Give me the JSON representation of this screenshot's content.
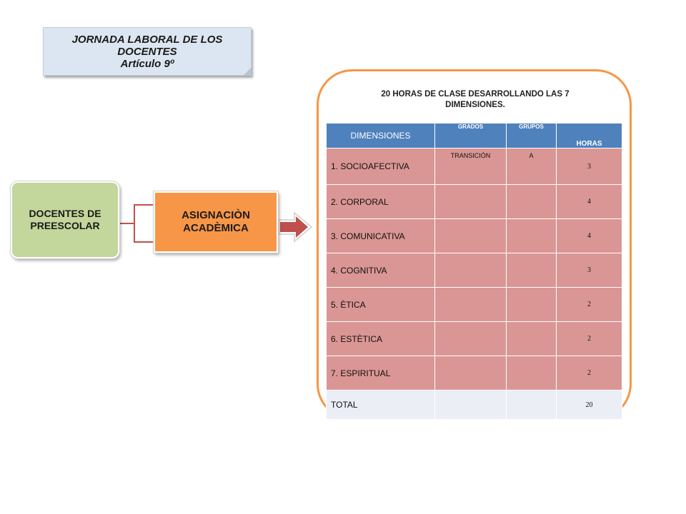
{
  "title_card": {
    "line1": "JORNADA LABORAL DE LOS",
    "line2": "DOCENTES",
    "line3": "Artículo  9º"
  },
  "left_box": {
    "text": "DOCENTES DE PREESCOLAR"
  },
  "middle_box": {
    "line1": "ASIGNACIÒN",
    "line2": "ACADÈMICA"
  },
  "heading": {
    "line1": "20 HORAS DE CLASE DESARROLLANDO  LAS 7",
    "line2": "DIMENSIONES."
  },
  "colors": {
    "header": "#4f81bd",
    "rows": "#da9694",
    "total_row": "#ebeef5",
    "frame": "#f79646",
    "left_box": "#c3d69b",
    "middle_box": "#f79646",
    "arrow": "#c0504d",
    "title_card": "#dce6f2"
  },
  "table": {
    "headers": {
      "dimensiones": "DIMENSIONES",
      "grados": "GRADOS",
      "grupos": "GRUPOS",
      "horas": "HORAS"
    },
    "rows": [
      {
        "name": "1. SOCIOAFECTIVA",
        "grado": "TRANSICIÒN",
        "grupo": "A",
        "horas": "3"
      },
      {
        "name": "2. CORPORAL",
        "grado": "",
        "grupo": "",
        "horas": "4"
      },
      {
        "name": "3. COMUNICATIVA",
        "grado": "",
        "grupo": "",
        "horas": "4"
      },
      {
        "name": "4.  COGNITIVA",
        "grado": "",
        "grupo": "",
        "horas": "3"
      },
      {
        "name": "5.  ÈTICA",
        "grado": "",
        "grupo": "",
        "horas": "2"
      },
      {
        "name": "6. ESTÈTICA",
        "grado": "",
        "grupo": "",
        "horas": "2"
      },
      {
        "name": "7. ESPIRITUAL",
        "grado": "",
        "grupo": "",
        "horas": "2"
      }
    ],
    "total": {
      "name": "TOTAL",
      "horas": "20"
    }
  },
  "icons": {
    "arrow": "right-arrow-icon"
  }
}
